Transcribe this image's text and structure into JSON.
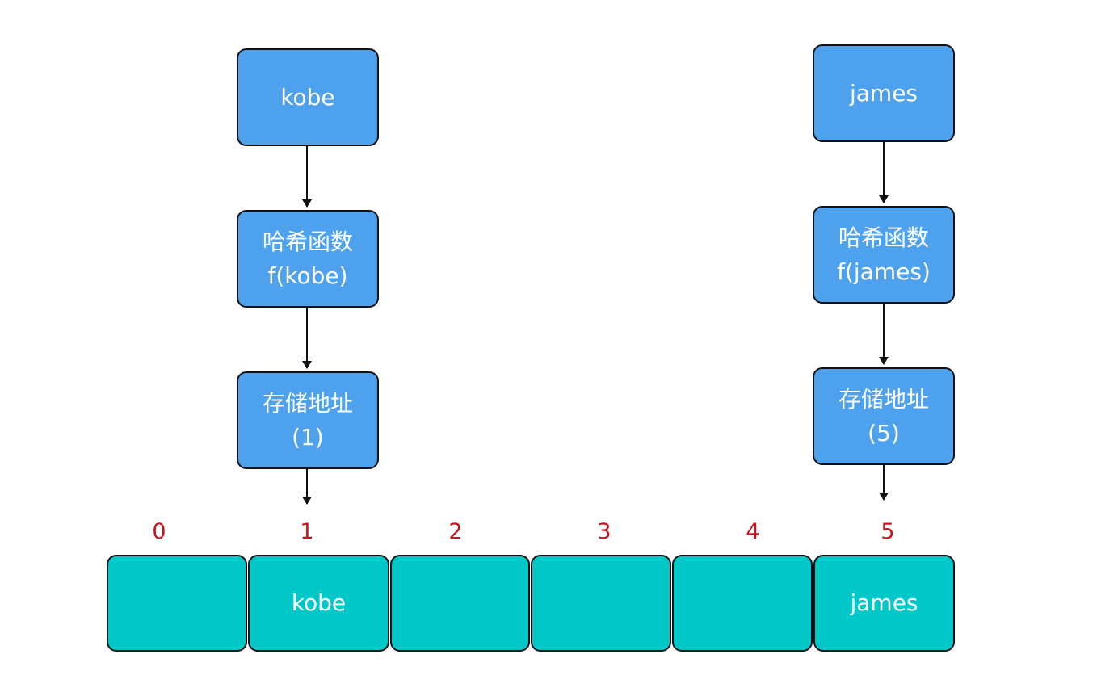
{
  "left_flow": {
    "key": "kobe",
    "hash": {
      "line1": "哈希函数",
      "line2": "f(kobe)"
    },
    "address": {
      "line1": "存储地址",
      "line2": "(1)"
    }
  },
  "right_flow": {
    "key": "james",
    "hash": {
      "line1": "哈希函数",
      "line2": "f(james)"
    },
    "address": {
      "line1": "存储地址",
      "line2": "(5)"
    }
  },
  "array": {
    "indices": [
      "0",
      "1",
      "2",
      "3",
      "4",
      "5"
    ],
    "cells": [
      "",
      "kobe",
      "",
      "",
      "",
      "james"
    ]
  },
  "colors": {
    "process_box": "#4ea1ec",
    "array_cell": "#00c8c8",
    "index_label": "#c8141e",
    "border": "#111111"
  }
}
